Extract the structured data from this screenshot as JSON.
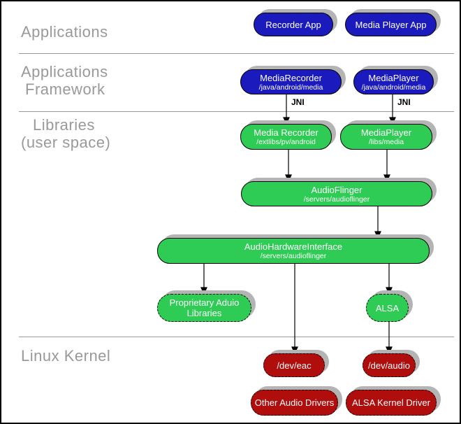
{
  "sections": {
    "applications": {
      "label": "Applications"
    },
    "applications_framework": {
      "line1": "Applications",
      "line2": "Framework"
    },
    "libraries": {
      "line1": "Libraries",
      "line2": "(user space)"
    },
    "linux_kernel": {
      "label": "Linux Kernel"
    }
  },
  "nodes": {
    "recorder_app": {
      "label": "Recorder App"
    },
    "media_player_app": {
      "label": "Media Player App"
    },
    "media_recorder_fw": {
      "label": "MediaRecorder",
      "sublabel": "/java/android/media"
    },
    "media_player_fw": {
      "label": "MediaPlayer",
      "sublabel": "/java/android/media"
    },
    "media_recorder_lib": {
      "label": "Media Recorder",
      "sublabel": "/extlibs/pv/android"
    },
    "media_player_lib": {
      "label": "MediaPlayer",
      "sublabel": "/libs/media"
    },
    "audio_flinger": {
      "label": "AudioFlinger",
      "sublabel": "/servers/audioflinger"
    },
    "audio_hardware_interface": {
      "label": "AudioHardwareInterface",
      "sublabel": "/servers/audioflinger"
    },
    "proprietary_audio_libraries": {
      "label": "Proprietary Aduio",
      "label2": "Libraries"
    },
    "alsa": {
      "label": "ALSA"
    },
    "dev_eac": {
      "label": "/dev/eac"
    },
    "dev_audio": {
      "label": "/dev/audio"
    },
    "other_audio_drivers": {
      "label": "Other Audio Drivers"
    },
    "alsa_kernel_driver": {
      "label": "ALSA Kernel Driver"
    }
  },
  "edge_labels": {
    "jni_left": "JNI",
    "jni_right": "JNI"
  },
  "colors": {
    "blue": "#1b1abd",
    "green": "#2ecc55",
    "red": "#b00d0d",
    "label_gray": "#999999",
    "divider_gray": "#999999",
    "shadow_gray": "#b4b4b4"
  }
}
